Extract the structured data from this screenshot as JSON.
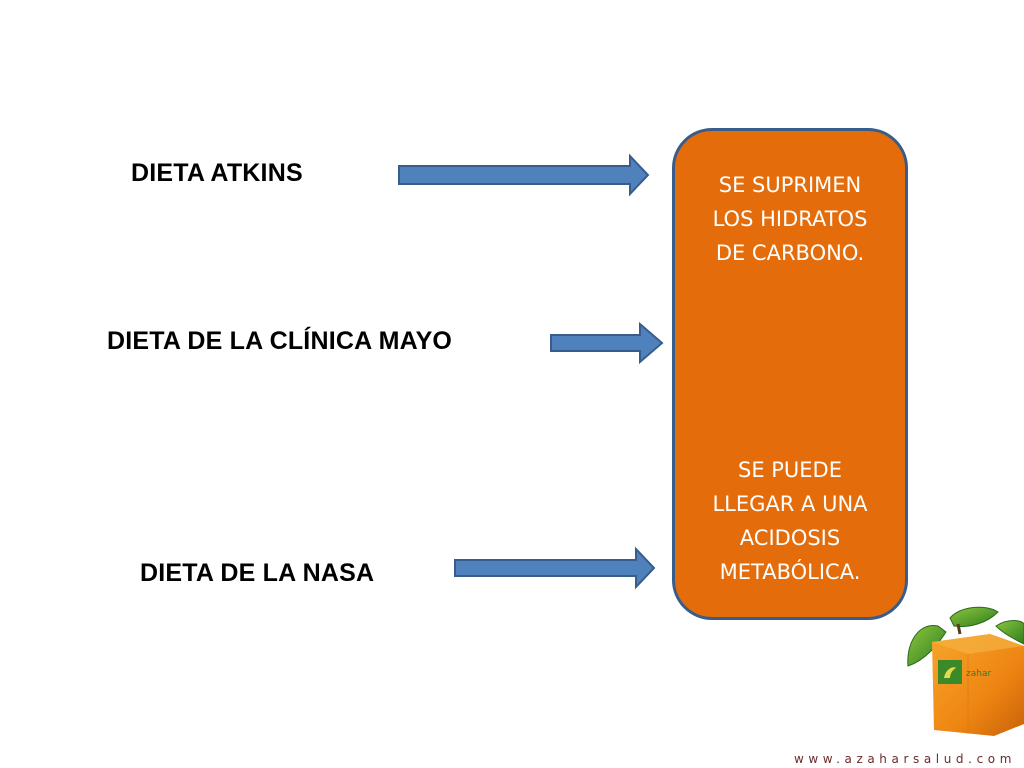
{
  "diets": [
    {
      "label": "DIETA ATKINS"
    },
    {
      "label": "DIETA DE LA CLÍNICA MAYO"
    },
    {
      "label": "DIETA DE LA NASA"
    }
  ],
  "box": {
    "text_1": "SE SUPRIMEN\nLOS HIDRATOS\nDE CARBONO.",
    "text_2": "SE PUEDE\nLLEGAR A UNA\nACIDOSIS\nMETABÓLICA.",
    "color": "#e46c0a",
    "border_color": "#385d8a"
  },
  "arrow_color": "#4f81bd",
  "logo": {
    "url": "www.azaharsalud.com",
    "name": "azahar"
  }
}
